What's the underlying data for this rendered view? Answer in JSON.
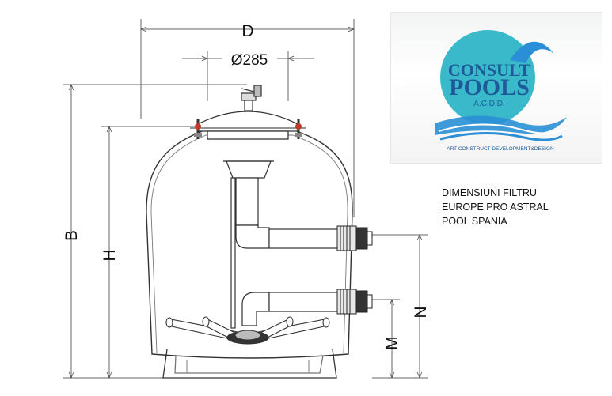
{
  "dimensions": {
    "D": "D",
    "diameter": "Ø285",
    "B": "B",
    "H": "H",
    "N": "N",
    "M": "M"
  },
  "logo": {
    "line1": "CONSULT",
    "line2": "POOLS",
    "line3": "A.C.D.D.",
    "tagline": "ART CONSTRUCT DEVELOPMENT&DESIGN",
    "colors": {
      "circle": "#39b9c9",
      "wave": "#2a8fd6",
      "text": "#1c5a9a"
    }
  },
  "caption": {
    "lines": [
      "DIMENSIUNI FILTRU",
      "EUROPE PRO ASTRAL",
      "POOL SPANIA"
    ]
  }
}
